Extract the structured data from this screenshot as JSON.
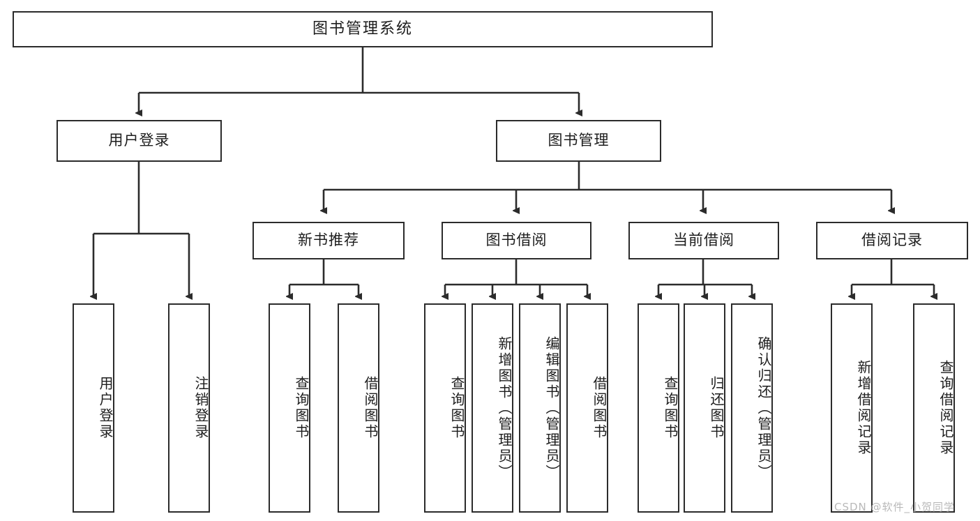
{
  "diagram": {
    "title": "图书管理系统",
    "type": "functional-structure-tree",
    "root": {
      "label": "图书管理系统"
    },
    "level2": [
      {
        "label": "用户登录"
      },
      {
        "label": "图书管理"
      }
    ],
    "level3": [
      {
        "label": "新书推荐"
      },
      {
        "label": "图书借阅"
      },
      {
        "label": "当前借阅"
      },
      {
        "label": "借阅记录"
      }
    ],
    "leaves": {
      "user_login": [
        {
          "label": "用户登录"
        },
        {
          "label": "注销登录"
        }
      ],
      "new_book_recommend": [
        {
          "label": "查询图书"
        },
        {
          "label": "借阅图书"
        }
      ],
      "book_borrow": [
        {
          "label": "查询图书"
        },
        {
          "label": "新增图书（管理员）"
        },
        {
          "label": "编辑图书（管理员）"
        },
        {
          "label": "借阅图书"
        }
      ],
      "current_borrow": [
        {
          "label": "查询图书"
        },
        {
          "label": "归还图书"
        },
        {
          "label": "确认归还（管理员）"
        }
      ],
      "borrow_record": [
        {
          "label": "新增借阅记录"
        },
        {
          "label": "查询借阅记录"
        }
      ]
    }
  },
  "watermark": {
    "text": "CSDN @软件_小贺同学"
  },
  "colors": {
    "stroke": "#2b2b2b",
    "background": "#ffffff",
    "text": "#1d1d1d",
    "watermark": "#b9b9b9"
  }
}
